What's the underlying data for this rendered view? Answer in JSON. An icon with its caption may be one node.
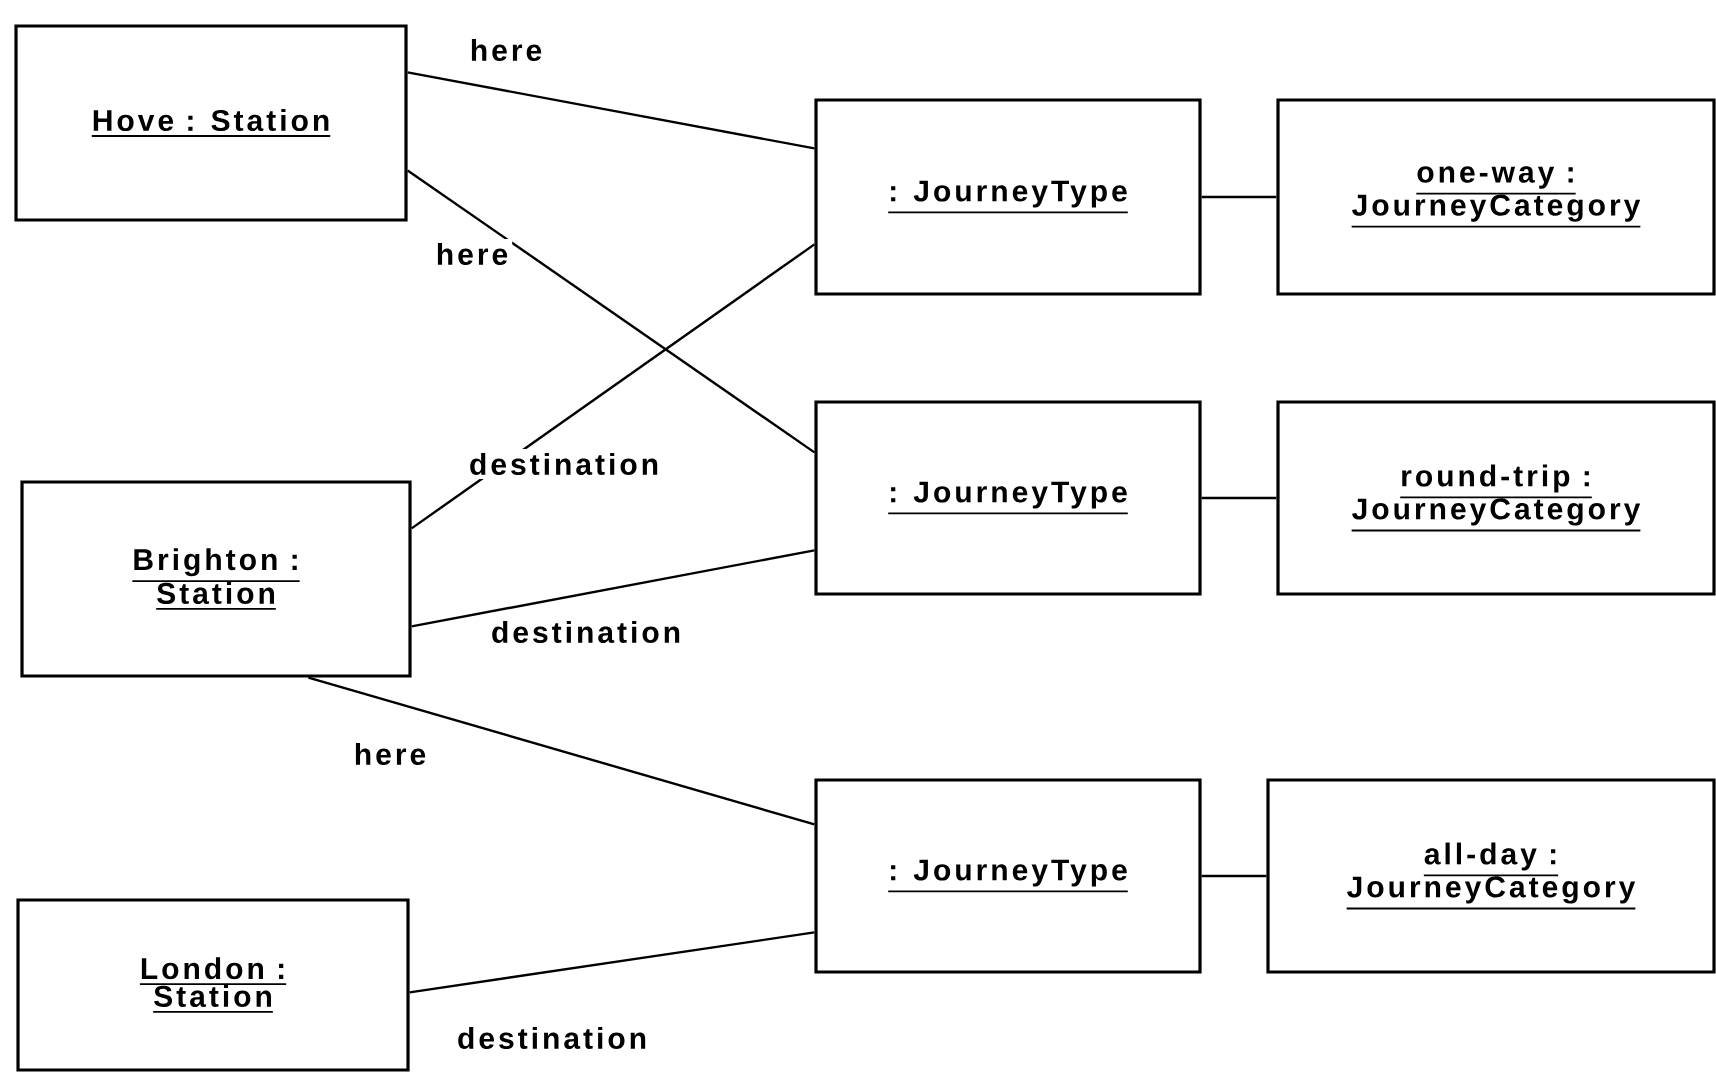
{
  "diagram": {
    "nodes": [
      {
        "text": [
          "Hove : Station"
        ]
      },
      {
        "text": [
          "Brighton : Station"
        ]
      },
      {
        "text": [
          "London : Station"
        ]
      },
      {
        "text": [
          ": JourneyType"
        ]
      },
      {
        "text": [
          ": JourneyType"
        ]
      },
      {
        "text": [
          ": JourneyType"
        ]
      },
      {
        "text": [
          "one-way : JourneyCategory"
        ]
      },
      {
        "text": [
          "round-trip : JourneyCategory"
        ]
      },
      {
        "text": [
          "all-day : JourneyCategory"
        ]
      }
    ],
    "edges": [
      {
        "from": 0,
        "to": 3,
        "arrow": "none",
        "label": "here"
      },
      {
        "from": 0,
        "to": 4,
        "arrow": "none",
        "label": "here"
      },
      {
        "from": 1,
        "to": 3,
        "arrow": "none",
        "label": "destination"
      },
      {
        "from": 1,
        "to": 4,
        "arrow": "none",
        "label": "destination"
      },
      {
        "from": 1,
        "to": 5,
        "arrow": "none",
        "label": "here"
      },
      {
        "from": 2,
        "to": 5,
        "arrow": "none",
        "label": "destination"
      },
      {
        "from": 3,
        "to": 6,
        "arrow": "none"
      },
      {
        "from": 4,
        "to": 7,
        "arrow": "none"
      },
      {
        "from": 5,
        "to": 8,
        "arrow": "none"
      }
    ]
  }
}
